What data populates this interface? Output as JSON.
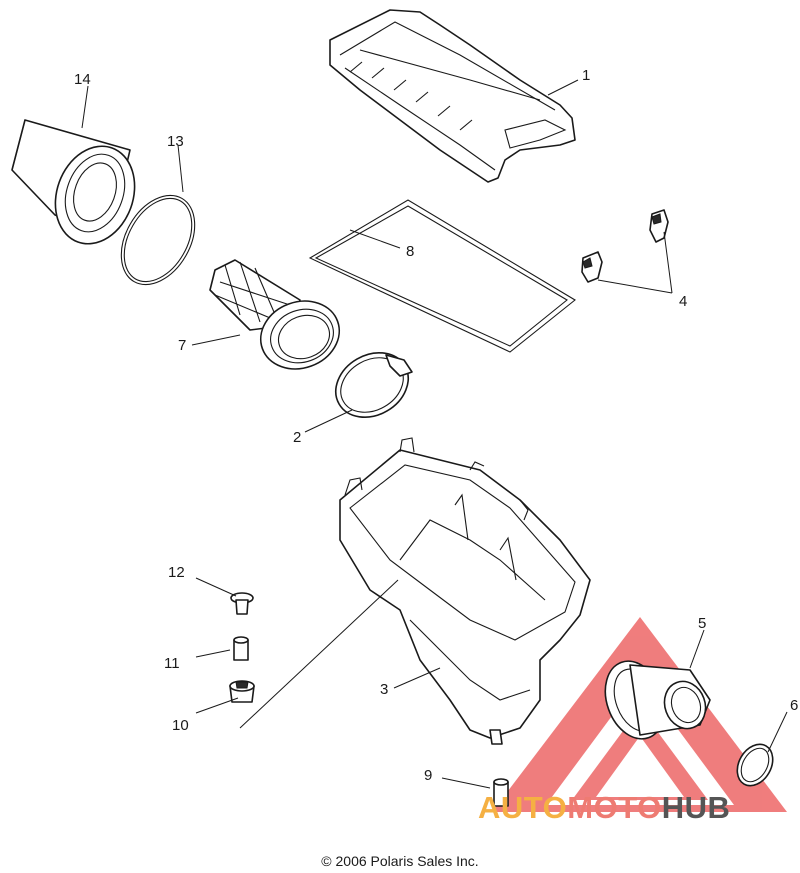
{
  "callouts": [
    {
      "id": "1",
      "label": "1",
      "part": "airbox-cover"
    },
    {
      "id": "2",
      "label": "2",
      "part": "clamp"
    },
    {
      "id": "3",
      "label": "3",
      "part": "airbox-base"
    },
    {
      "id": "4",
      "label": "4",
      "part": "retaining-clips"
    },
    {
      "id": "5",
      "label": "5",
      "part": "outlet-boot"
    },
    {
      "id": "6",
      "label": "6",
      "part": "outlet-clamp"
    },
    {
      "id": "7",
      "label": "7",
      "part": "filter-cage"
    },
    {
      "id": "8",
      "label": "8",
      "part": "gasket"
    },
    {
      "id": "9",
      "label": "9",
      "part": "drain-valve"
    },
    {
      "id": "10",
      "label": "10",
      "part": "grommet"
    },
    {
      "id": "11",
      "label": "11",
      "part": "bushing"
    },
    {
      "id": "12",
      "label": "12",
      "part": "screw"
    },
    {
      "id": "13",
      "label": "13",
      "part": "o-ring"
    },
    {
      "id": "14",
      "label": "14",
      "part": "air-filter"
    }
  ],
  "copyright": "© 2006 Polaris Sales Inc.",
  "watermark": {
    "text_auto": "AUTO",
    "text_moto": "MOTO",
    "text_hub": "HUB",
    "color_auto": "#f5b043",
    "color_moto": "#ee7b72",
    "color_hub": "#555555",
    "triangle_color": "#ee6f6f"
  }
}
